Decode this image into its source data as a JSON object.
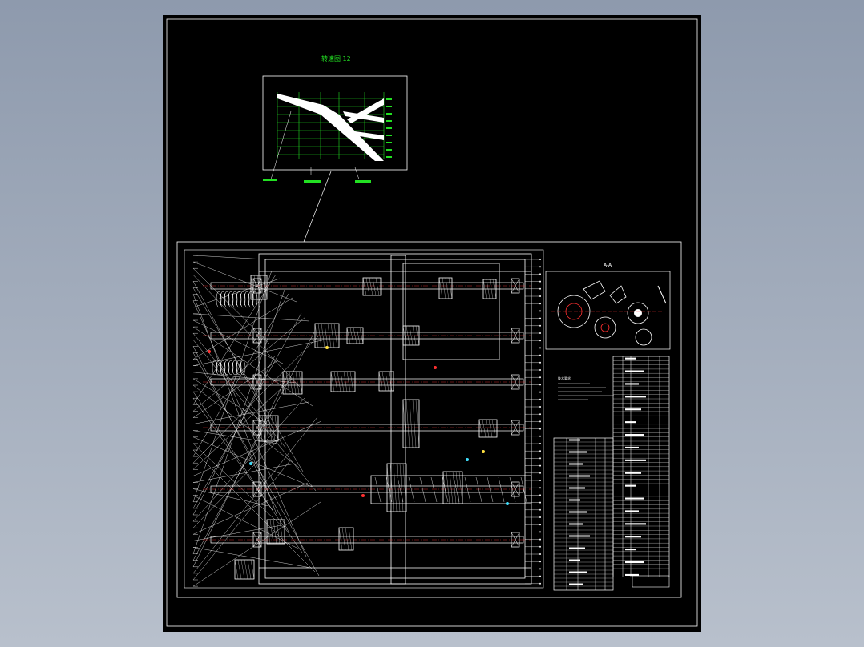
{
  "colors": {
    "viewport_bg_top": "#8e9aad",
    "viewport_bg_bottom": "#b8c0cc",
    "sheet_bg": "#000000",
    "line_white": "#ffffff",
    "line_green": "#22e022",
    "line_red": "#ff3030",
    "line_cyan": "#40e0ff",
    "line_yellow": "#ffe040"
  },
  "drawing": {
    "diagram_title": "转速图 12",
    "view_label": "A-A",
    "note_heading": "技术要求"
  },
  "icons": {
    "speed_diagram": "speed-chart-icon",
    "gearbox": "gearbox-section-icon",
    "section_view": "section-view-icon"
  }
}
